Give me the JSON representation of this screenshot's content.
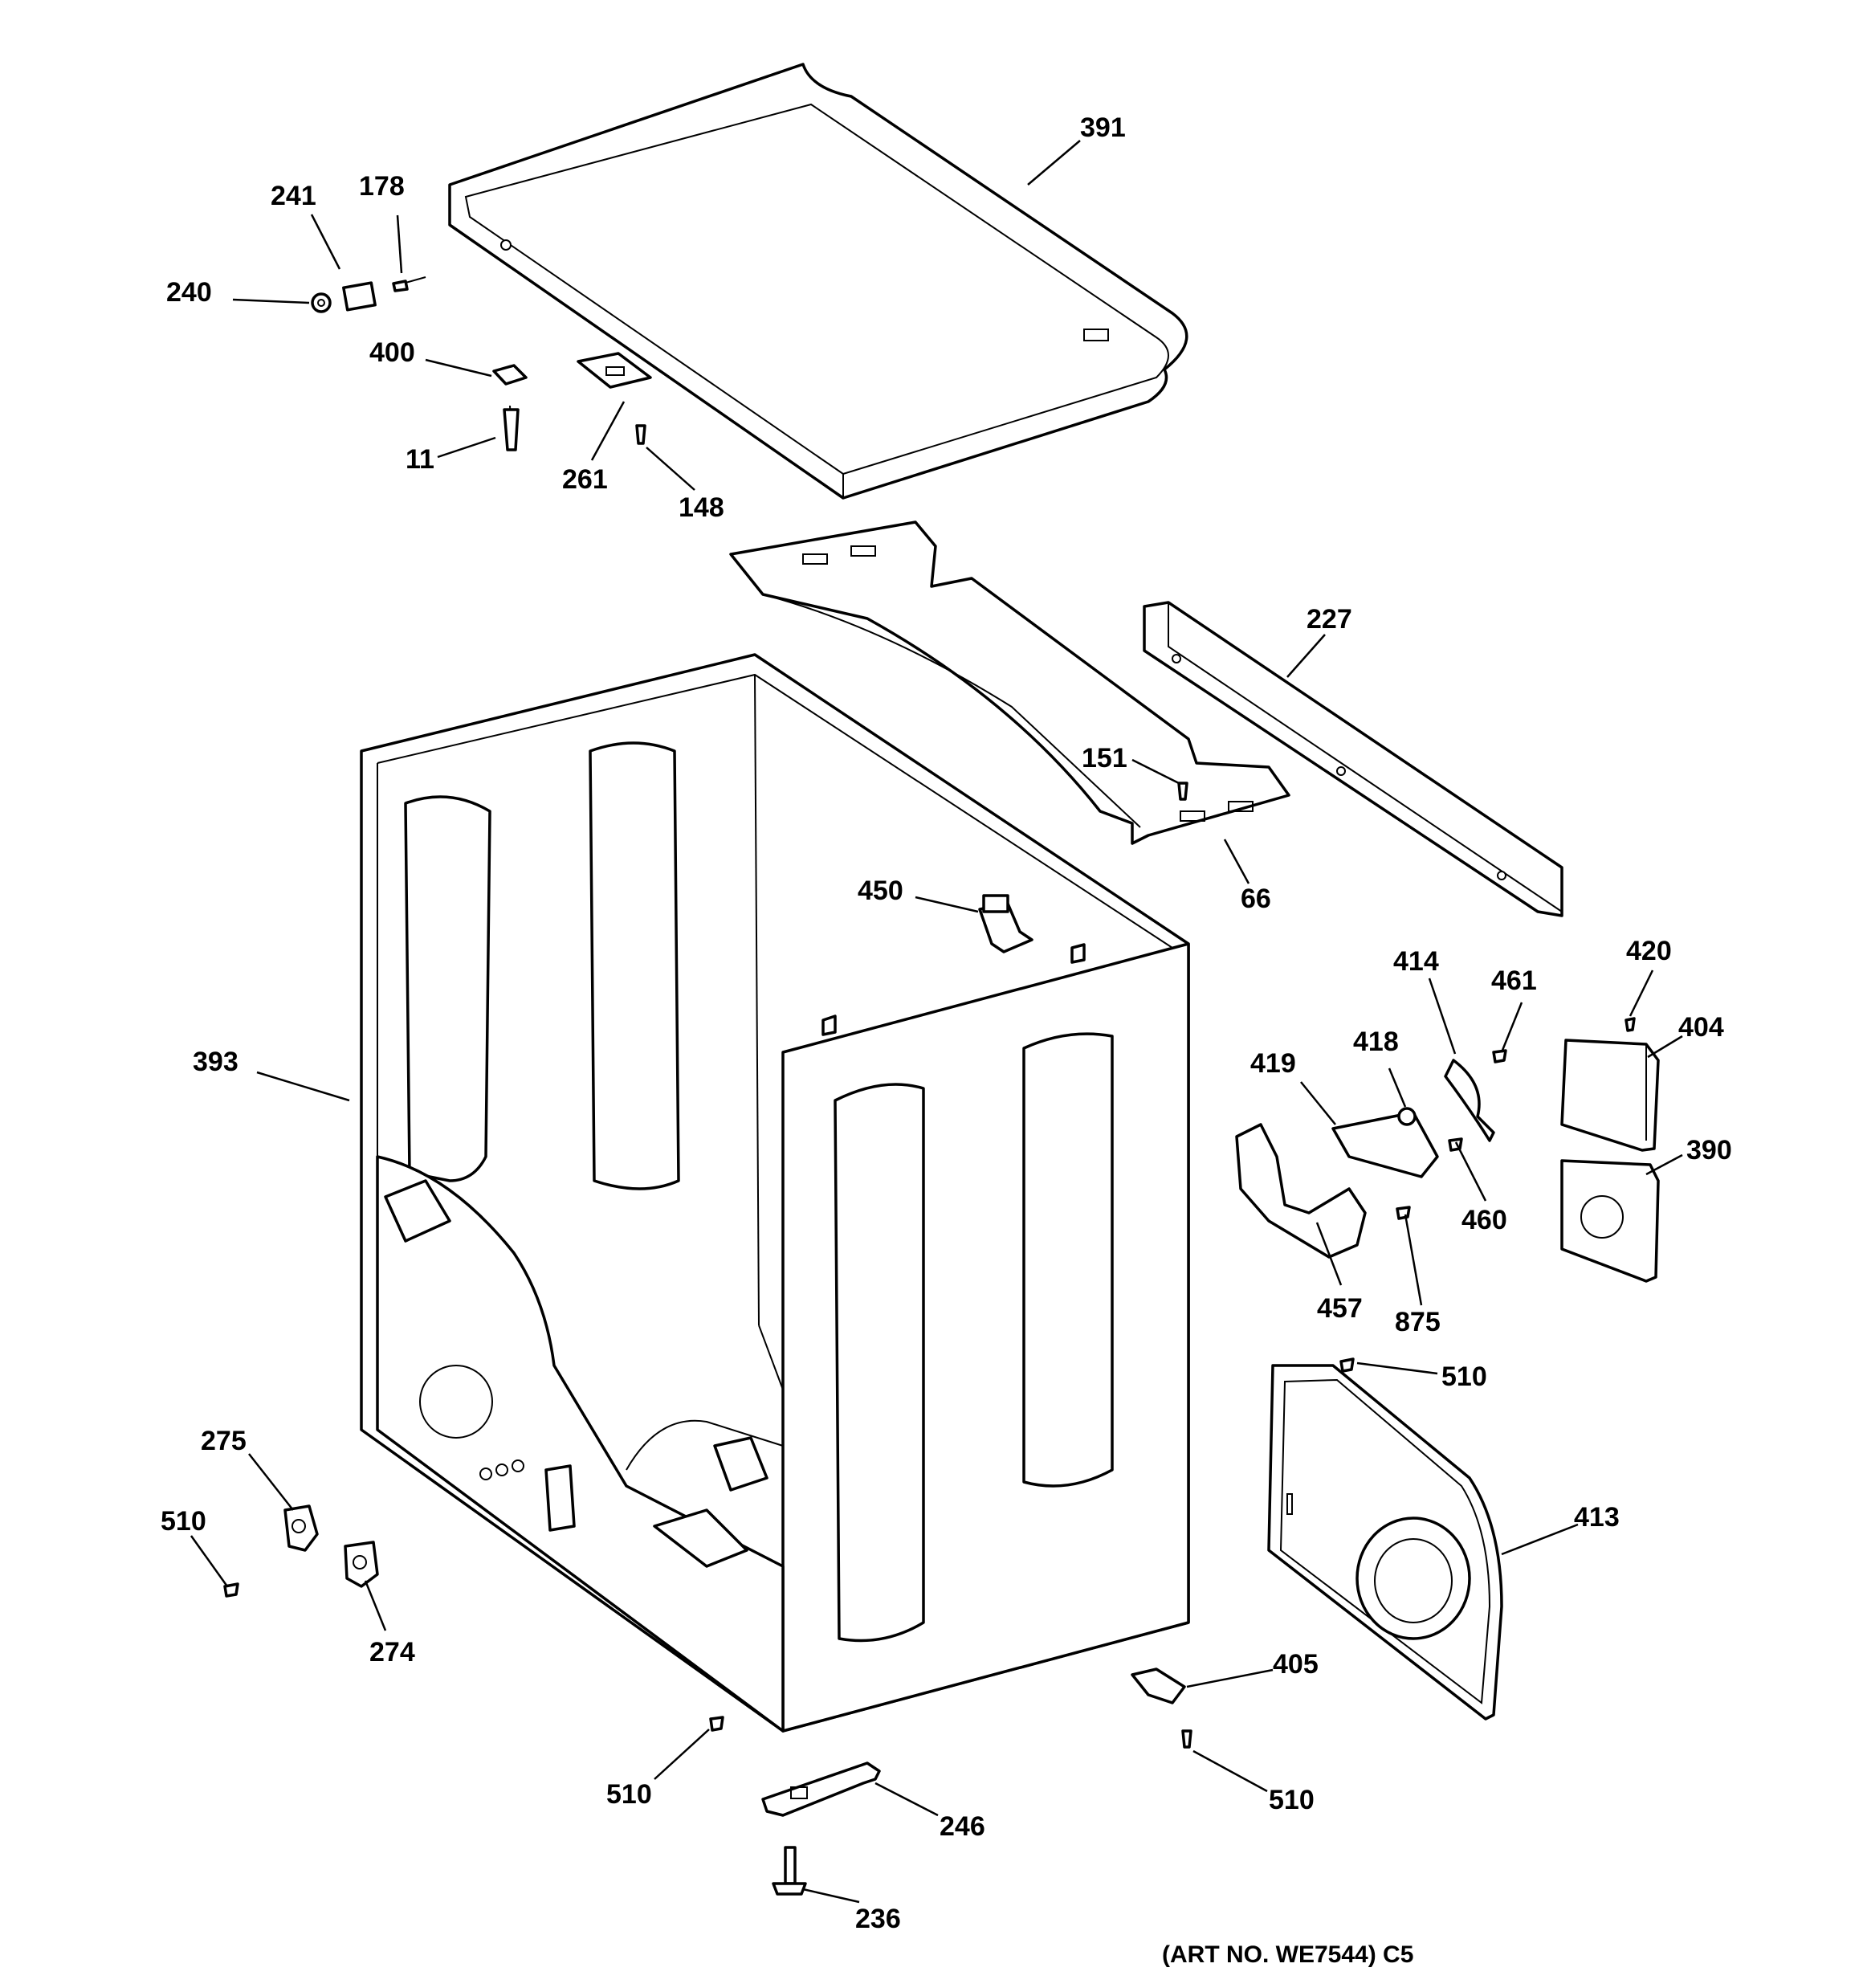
{
  "diagram": {
    "art_number": "(ART NO. WE7544) C5",
    "callouts": {
      "c391": "391",
      "c241": "241",
      "c178": "178",
      "c240": "240",
      "c400": "400",
      "c11": "11",
      "c261": "261",
      "c148": "148",
      "c227": "227",
      "c151": "151",
      "c66": "66",
      "c450": "450",
      "c414": "414",
      "c461": "461",
      "c420": "420",
      "c404": "404",
      "c393": "393",
      "c418": "418",
      "c419": "419",
      "c460": "460",
      "c390": "390",
      "c457": "457",
      "c875": "875",
      "c510a": "510",
      "c413": "413",
      "c275": "275",
      "c510b": "510",
      "c274": "274",
      "c405": "405",
      "c510c": "510",
      "c510d": "510",
      "c246": "246",
      "c236": "236"
    }
  }
}
